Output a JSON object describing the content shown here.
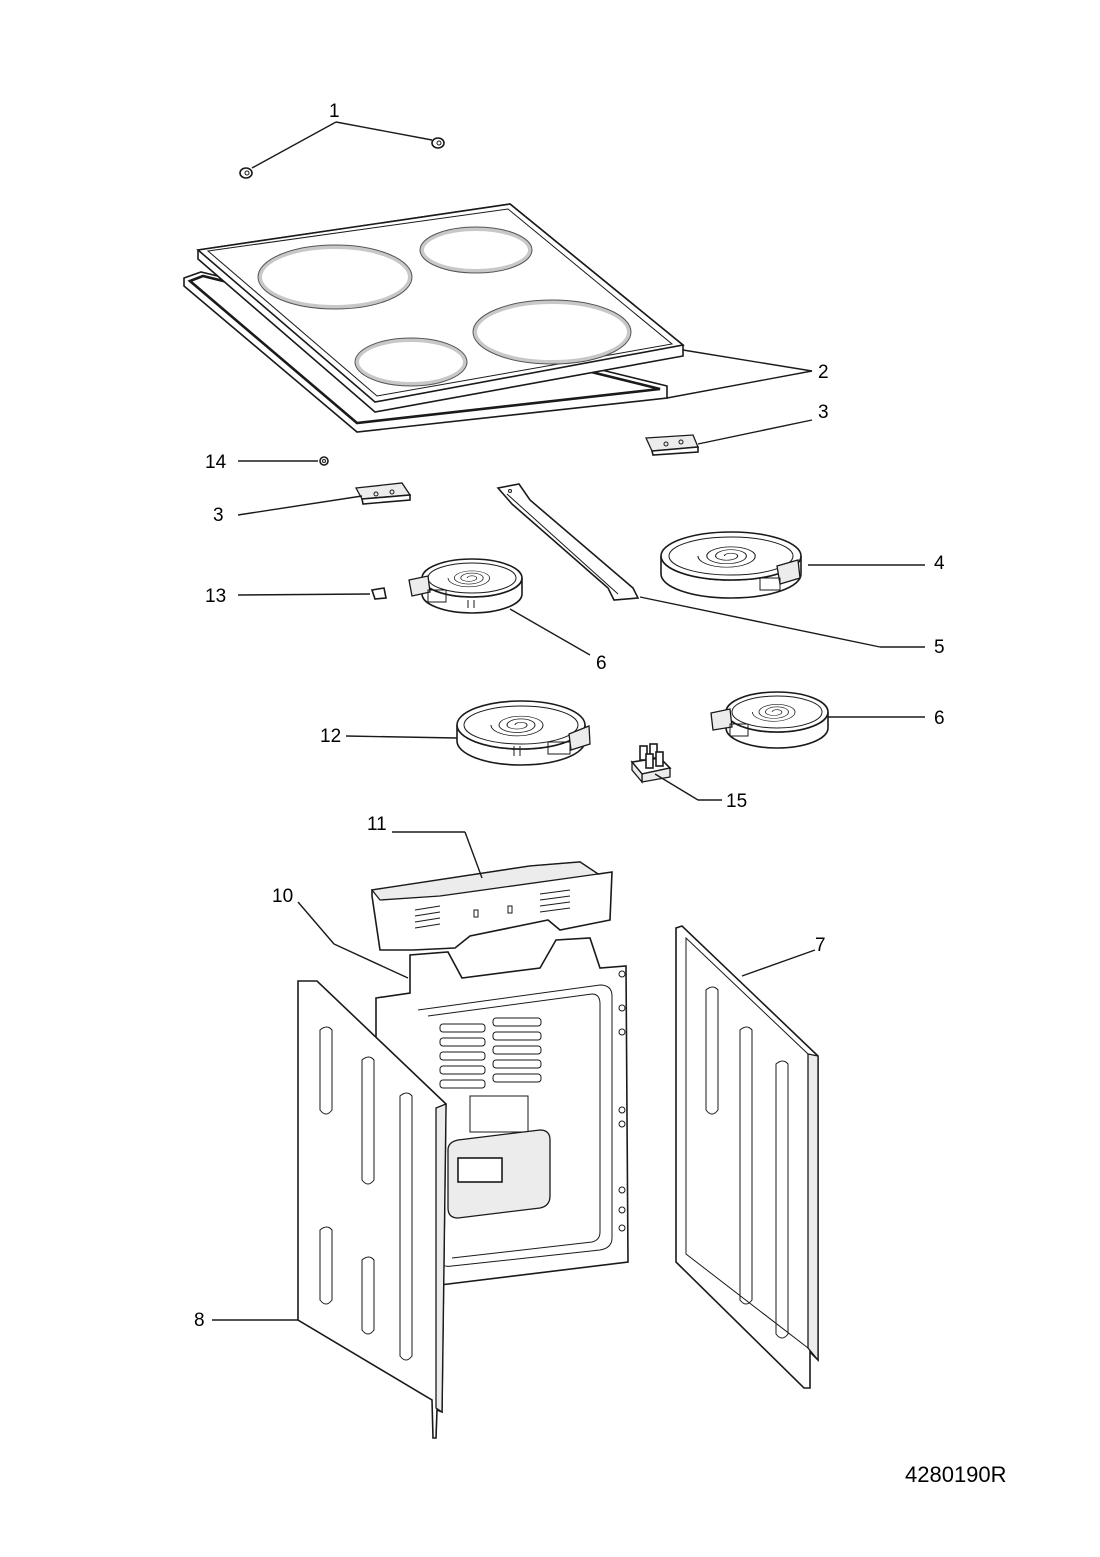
{
  "drawing_number": "4280190R",
  "callouts": [
    {
      "id": "c1",
      "text": "1"
    },
    {
      "id": "c2",
      "text": "2"
    },
    {
      "id": "c3a",
      "text": "3"
    },
    {
      "id": "c3b",
      "text": "3"
    },
    {
      "id": "c4",
      "text": "4"
    },
    {
      "id": "c5",
      "text": "5"
    },
    {
      "id": "c6a",
      "text": "6"
    },
    {
      "id": "c6b",
      "text": "6"
    },
    {
      "id": "c7",
      "text": "7"
    },
    {
      "id": "c8",
      "text": "8"
    },
    {
      "id": "c10",
      "text": "10"
    },
    {
      "id": "c11",
      "text": "11"
    },
    {
      "id": "c12",
      "text": "12"
    },
    {
      "id": "c13",
      "text": "13"
    },
    {
      "id": "c14",
      "text": "14"
    },
    {
      "id": "c15",
      "text": "15"
    }
  ],
  "parts": [
    {
      "callout": "1",
      "icon": "screw-icon"
    },
    {
      "callout": "2",
      "icon": "glass-cooktop-icon"
    },
    {
      "callout": "3",
      "icon": "bracket-icon"
    },
    {
      "callout": "4",
      "icon": "heating-element-icon"
    },
    {
      "callout": "5",
      "icon": "support-bar-icon"
    },
    {
      "callout": "6",
      "icon": "heating-element-icon"
    },
    {
      "callout": "7",
      "icon": "side-panel-icon"
    },
    {
      "callout": "8",
      "icon": "side-panel-icon"
    },
    {
      "callout": "10",
      "icon": "back-panel-icon"
    },
    {
      "callout": "11",
      "icon": "rear-bracket-icon"
    },
    {
      "callout": "12",
      "icon": "heating-element-icon"
    },
    {
      "callout": "13",
      "icon": "clip-icon"
    },
    {
      "callout": "14",
      "icon": "nut-icon"
    },
    {
      "callout": "15",
      "icon": "terminal-block-icon"
    }
  ]
}
